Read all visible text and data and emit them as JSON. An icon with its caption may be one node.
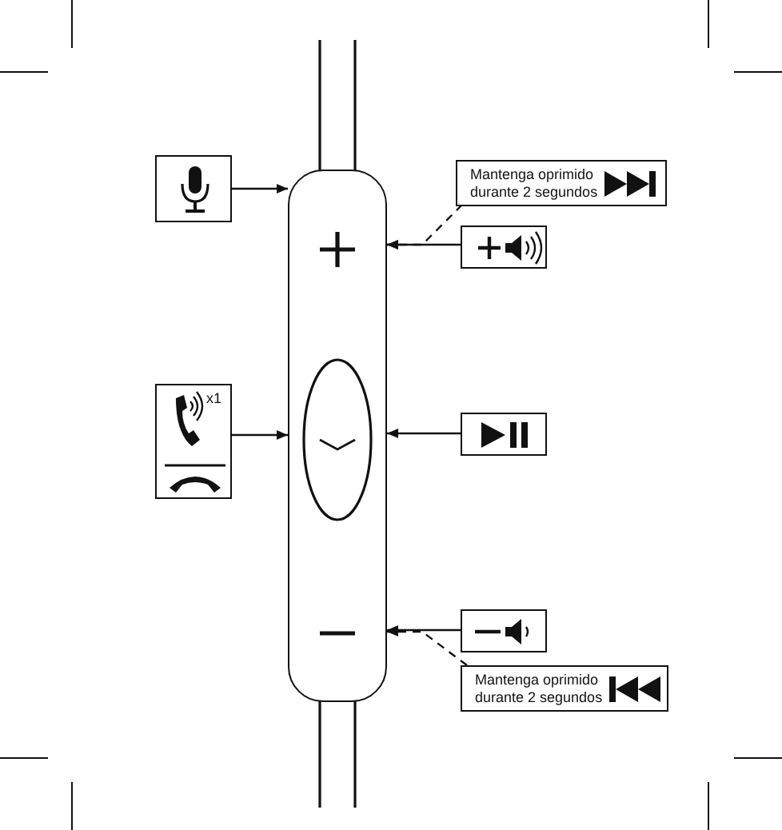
{
  "diagram": {
    "nodes": [
      {
        "text": [],
        "shape": "box"
      },
      {
        "text": [
          "x1"
        ]
      },
      {
        "text": [],
        "shape": "box"
      },
      {
        "text": [
          "Mantenga oprimido durante 2 segundos"
        ]
      },
      {
        "text": [],
        "shape": "box"
      },
      {
        "text": [],
        "shape": "box"
      },
      {
        "text": [],
        "shape": "box"
      },
      {
        "text": [
          "Mantenga oprimido durante 2 segundos"
        ]
      }
    ],
    "edges": [
      {
        "from": 0,
        "to": 2,
        "arrow": "to"
      },
      {
        "from": 1,
        "to": 2,
        "arrow": "to"
      },
      {
        "from": 3,
        "to": 2,
        "arrow": "to",
        "style": "dashed"
      },
      {
        "from": 4,
        "to": 2,
        "arrow": "to"
      },
      {
        "from": 5,
        "to": 2,
        "arrow": "to"
      },
      {
        "from": 6,
        "to": 2,
        "arrow": "to"
      },
      {
        "from": 7,
        "to": 2,
        "arrow": "to",
        "style": "dashed"
      }
    ]
  }
}
